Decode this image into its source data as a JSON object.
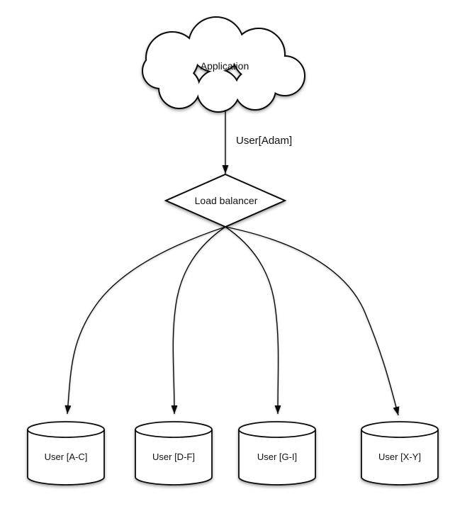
{
  "diagram": {
    "title": "sharded-database-load-balancer-diagram",
    "application": {
      "label": "Application"
    },
    "request_edge": {
      "label": "User[Adam]"
    },
    "load_balancer": {
      "label": "Load balancer"
    },
    "shards": [
      {
        "label": "User [A-C]"
      },
      {
        "label": "User [D-F]"
      },
      {
        "label": "User [G-I]"
      },
      {
        "label": "User [X-Y]"
      }
    ],
    "colors": {
      "stroke": "#0a0a0a",
      "shape_fill": "#ffffff",
      "background": "#ffffff",
      "text": "#111111"
    }
  }
}
